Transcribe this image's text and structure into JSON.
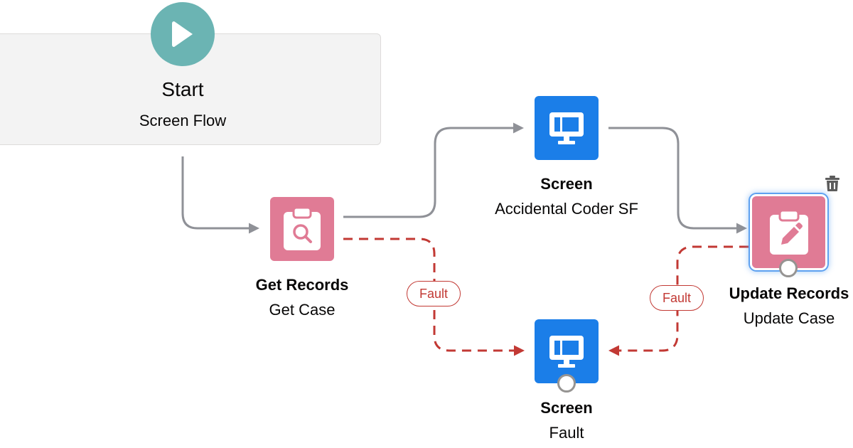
{
  "start": {
    "title": "Start",
    "subtitle": "Screen Flow",
    "icon": "play-icon"
  },
  "nodes": {
    "get_records": {
      "type": "Get Records",
      "name": "Get Case",
      "icon": "record-lookup-icon",
      "color": "#e07b95"
    },
    "screen_main": {
      "type": "Screen",
      "name": "Accidental Coder SF",
      "icon": "screen-icon",
      "color": "#1b7ee8"
    },
    "update_records": {
      "type": "Update Records",
      "name": "Update Case",
      "icon": "record-update-icon",
      "color": "#e07b95",
      "selected": true
    },
    "screen_fault": {
      "type": "Screen",
      "name": "Fault",
      "icon": "screen-icon",
      "color": "#1b7ee8"
    }
  },
  "connectors": {
    "fault_label_1": "Fault",
    "fault_label_2": "Fault",
    "normal_color": "#97999e",
    "fault_color": "#c23934"
  },
  "toolbar": {
    "delete_icon": "trash-icon"
  }
}
